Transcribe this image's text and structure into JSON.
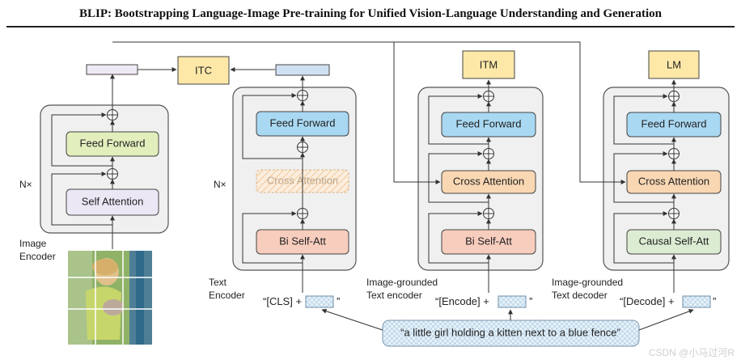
{
  "title": "BLIP: Bootstrapping Language-Image Pre-training for Unified Vision-Language Understanding and Generation",
  "objectives": {
    "itc": "ITC",
    "itm": "ITM",
    "lm": "LM"
  },
  "image_encoder": {
    "label_line1": "Image",
    "label_line2": "Encoder",
    "repeat": "N×",
    "feed_forward": "Feed Forward",
    "self_attention": "Self Attention"
  },
  "text_encoder": {
    "label_line1": "Text",
    "label_line2": "Encoder",
    "repeat": "N×",
    "feed_forward": "Feed Forward",
    "cross_attention": "Cross Attention",
    "bi_self_att": "Bi Self-Att",
    "token": "“[CLS] +",
    "token_close": "”"
  },
  "grounded_encoder": {
    "label_line1": "Image-grounded",
    "label_line2": "Text encoder",
    "feed_forward": "Feed Forward",
    "cross_attention": "Cross Attention",
    "bi_self_att": "Bi Self-Att",
    "token": "“[Encode] +",
    "token_close": "”"
  },
  "grounded_decoder": {
    "label_line1": "Image-grounded",
    "label_line2": "Text decoder",
    "feed_forward": "Feed Forward",
    "cross_attention": "Cross Attention",
    "causal_self_att": "Causal Self-Att",
    "token": "“[Decode] +",
    "token_close": "”"
  },
  "caption": "“a little girl holding a kitten next to a blue fence”",
  "watermark": "CSDN @小马过河R",
  "colors": {
    "feed_forward": "#a9d8f2",
    "feed_forward_img": "#e2efbd",
    "self_attention": "#ece7f5",
    "cross_attention": "#f9d7b3",
    "bi_self_att": "#f7cdbe",
    "causal_self_att": "#dcecd3",
    "objective": "#fde8a8",
    "panel": "#f0f0f0"
  }
}
